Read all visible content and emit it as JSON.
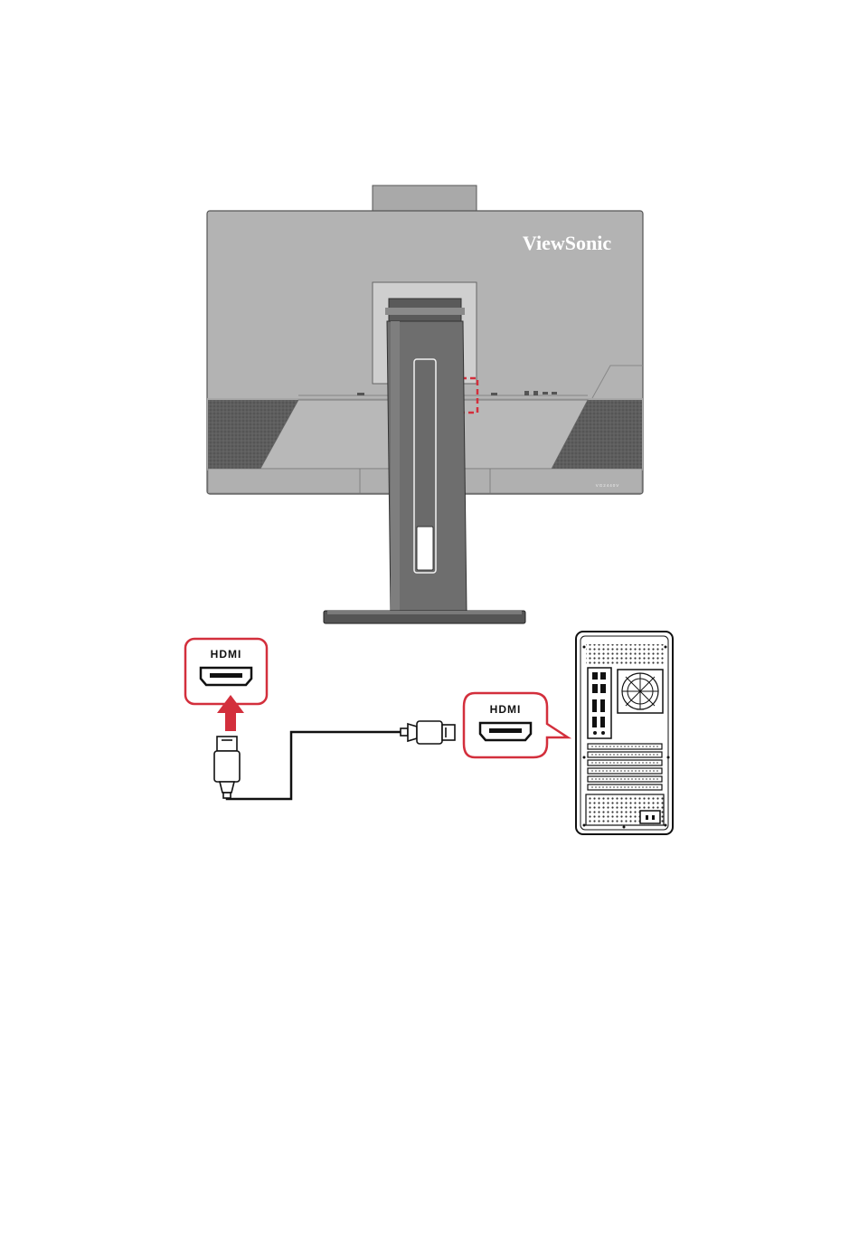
{
  "monitor": {
    "brand": "ViewSonic",
    "model_label": "VG2440V",
    "colors": {
      "body": "#b3b3b3",
      "body_dark": "#8e8e8e",
      "stand": "#6e6e6e",
      "mesh": "#5c5c5c",
      "outline": "#555555"
    },
    "highlight_color": "#d32f3c"
  },
  "callout_monitor": {
    "label": "HDMI",
    "icon": "hdmi-port-icon",
    "border_color": "#d32f3c"
  },
  "callout_pc": {
    "label": "HDMI",
    "icon": "hdmi-port-icon",
    "border_color": "#d32f3c"
  },
  "arrow": {
    "icon": "arrow-up-icon",
    "color": "#d32f3c"
  },
  "cable": {
    "icon": "hdmi-cable-icon",
    "color": "#222222"
  },
  "pc": {
    "icon": "pc-tower-rear-icon"
  }
}
